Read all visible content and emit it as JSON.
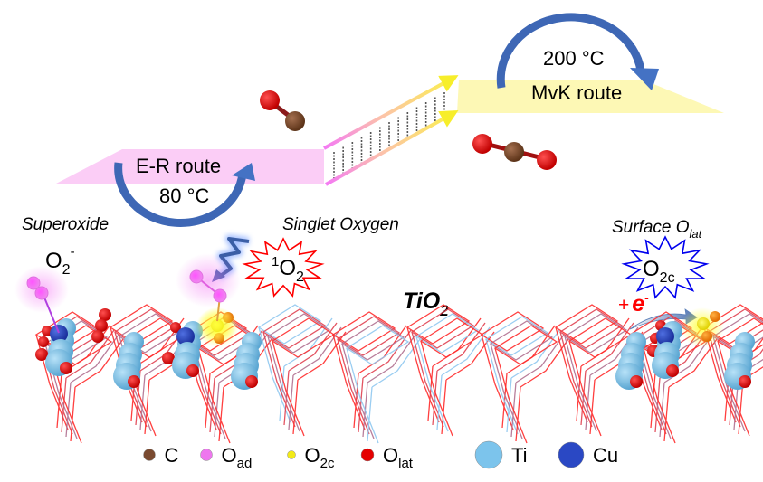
{
  "routes": {
    "er": {
      "label": "E-R route",
      "temperature": "80 °C",
      "band_color": "#fbcdf6"
    },
    "mvk": {
      "label": "MvK route",
      "temperature": "200 °C",
      "band_color": "#fdf8b5"
    },
    "arrow_color": "#3e67b5"
  },
  "species": {
    "superoxide": {
      "title": "Superoxide",
      "formula": "O",
      "subscript": "2",
      "superscript": "-"
    },
    "singlet": {
      "title": "Singlet  Oxygen",
      "prefix": "1",
      "formula": "O",
      "subscript": "2",
      "burst_color": "#ff0000"
    },
    "surface": {
      "title": "Surface O",
      "title_subscript": "lat",
      "formula": "O",
      "subscript": "2c",
      "burst_color": "#0000ee"
    }
  },
  "support": {
    "formula": "TiO",
    "subscript": "2"
  },
  "electron": {
    "plus": "+",
    "symbol": "e",
    "superscript": "-",
    "color": "#ff0000"
  },
  "legend": [
    {
      "symbol": "C",
      "subscript": "",
      "color": "#7a4a30"
    },
    {
      "symbol": "O",
      "subscript": "ad",
      "color": "#ee77ee"
    },
    {
      "symbol": "O",
      "subscript": "2c",
      "color": "#f2ea18"
    },
    {
      "symbol": "O",
      "subscript": "lat",
      "color": "#e50000"
    },
    {
      "symbol": "Ti",
      "subscript": "",
      "color": "#7cc4ec"
    },
    {
      "symbol": "Cu",
      "subscript": "",
      "color": "#2a48c4"
    }
  ],
  "molecules": {
    "co": {
      "name": "CO"
    },
    "co2": {
      "name": "CO2"
    }
  }
}
